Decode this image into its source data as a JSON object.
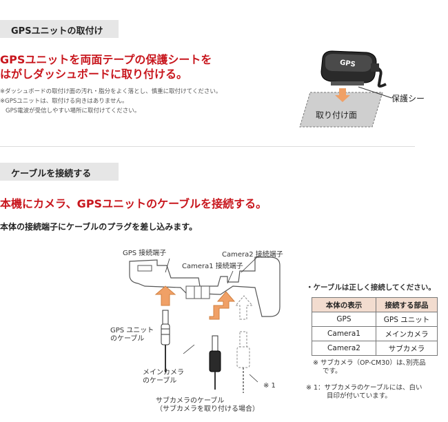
{
  "section1": {
    "header": "GPSユニットの取付け",
    "headline_line1": "GPSユニットを両面テープの保護シートを",
    "headline_line2": "はがしダッシュボードに取り付ける。",
    "notes": [
      "※ダッシュボードの取付け面の汚れ・脂分をよく落とし、慎重に取付けてください。",
      "※GPSユニットは、取付ける向きはありません。",
      "GPS電波が受信しやすい場所に取付けてください。"
    ],
    "figure": {
      "unit_label": "GPS",
      "sheet_label": "保護シート",
      "surface_label": "取り付け面"
    }
  },
  "section2": {
    "header": "ケーブルを接続する",
    "headline": "本機にカメラ、GPSユニットのケーブルを接続する。",
    "subheading": "本体の接続端子にケーブルのプラグを差し込みます。",
    "figure": {
      "gps_port": "GPS 接続端子",
      "camera2_port": "Camera2 接続端子",
      "camera1_port": "Camera1 接続端子",
      "gps_cable_line1": "GPS ユニット",
      "gps_cable_line2": "のケーブル",
      "main_cable_line1": "メインカメラ",
      "main_cable_line2": "のケーブル",
      "sub_cable_line1": "サブカメラのケーブル",
      "sub_cable_line2": "（サブカメラを取り付ける場合）",
      "mark": "※ 1"
    },
    "table": {
      "caption": "・ケーブルは正しく接続してください。",
      "headers": [
        "本体の表示",
        "接続する部品"
      ],
      "rows": [
        [
          "GPS",
          "GPS ユニット"
        ],
        [
          "Camera1",
          "メインカメラ"
        ],
        [
          "Camera2",
          "サブカメラ"
        ]
      ],
      "note1_line1": "※ サブカメラ（OP-CM30）は､別売品",
      "note1_line2": "です。",
      "note2_line1": "※ 1：サブカメラのケーブルには、白い",
      "note2_line2": "目印が付いています。"
    }
  },
  "colors": {
    "accent_red": "#c8161d",
    "header_bg": "#e6e6e6",
    "table_header_bg": "#f2dccf",
    "arrow_orange": "#f0a066"
  }
}
